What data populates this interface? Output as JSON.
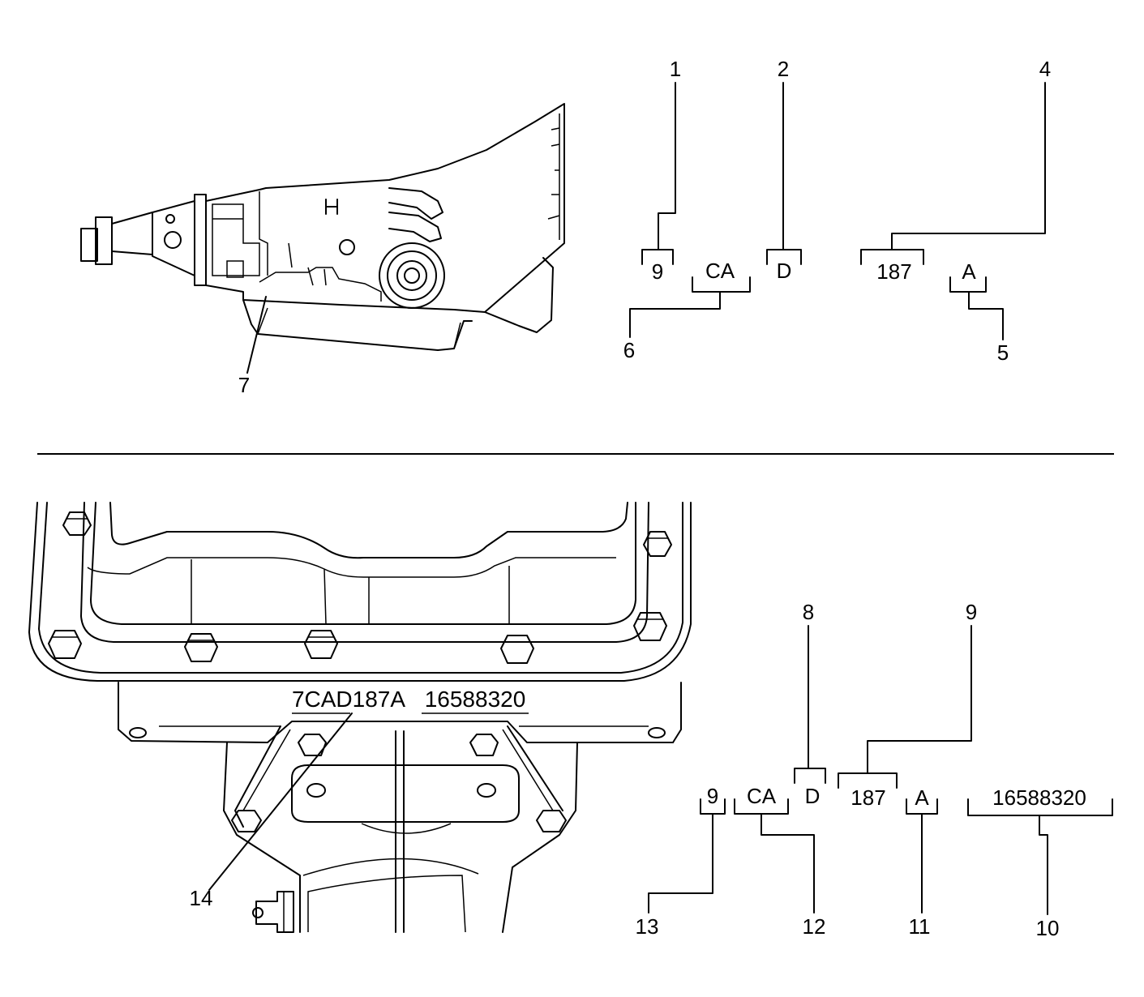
{
  "diagram": {
    "upper_callouts": [
      "1",
      "2",
      "4",
      "6",
      "5",
      "7"
    ],
    "upper_code_segments": [
      "9",
      "CA",
      "D",
      "187",
      "A"
    ],
    "divider": true,
    "stamp_text": "7CAD187A",
    "part_number": "16588320",
    "lower_callouts": [
      "8",
      "9",
      "13",
      "12",
      "11",
      "10",
      "14"
    ],
    "lower_code_segments": [
      "9",
      "CA",
      "D",
      "187",
      "A",
      "16588320"
    ]
  }
}
